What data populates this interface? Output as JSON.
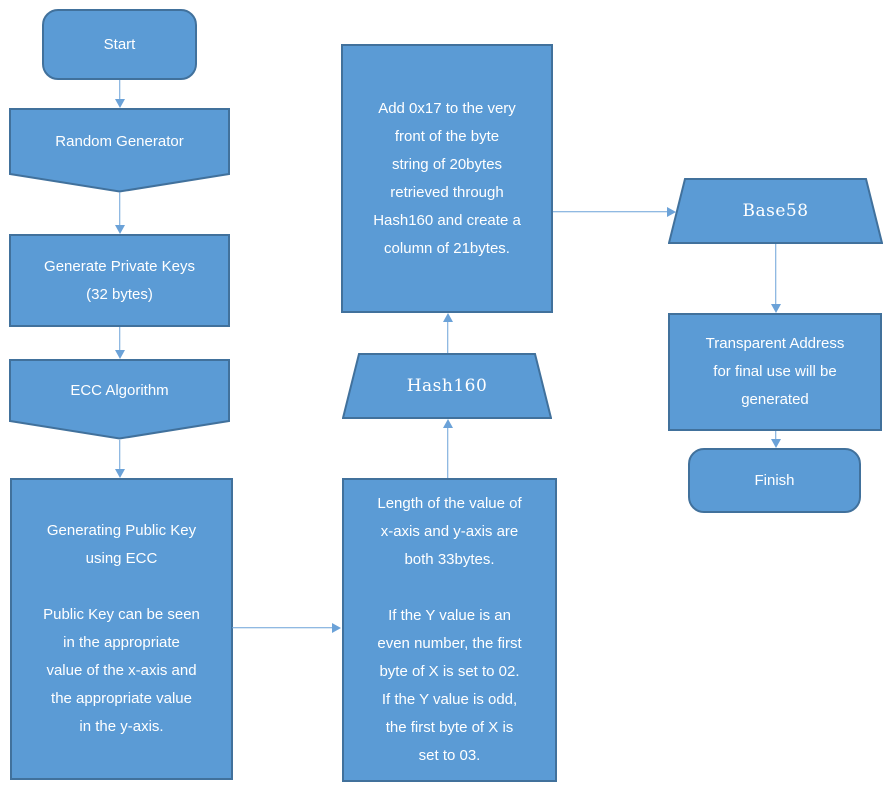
{
  "theme": {
    "fill": "#5b9bd5",
    "border": "#41719c",
    "text": "#ffffff",
    "conn": "#6ba2d8",
    "bg": "#ffffff"
  },
  "nodes": {
    "start": {
      "label": "Start"
    },
    "random_generator": {
      "label": "Random Generator"
    },
    "generate_private_keys": {
      "lines": [
        "Generate Private Keys",
        "(32 bytes)"
      ]
    },
    "ecc_algorithm": {
      "label": "ECC Algorithm"
    },
    "public_key": {
      "lines": [
        "Generating Public Key",
        "using ECC",
        "",
        "Public Key can be seen",
        "in the appropriate",
        "value of the x-axis and",
        "the appropriate value",
        "in the y-axis."
      ]
    },
    "xy_length": {
      "lines": [
        "Length of the value of",
        "x-axis and y-axis are",
        "both 33bytes.",
        "",
        "If the Y value is an",
        "even number, the first",
        "byte of X is set to 02.",
        "If the Y value is odd,",
        "the first byte of X is",
        "set to 03."
      ]
    },
    "hash160": {
      "label": "Hash160"
    },
    "add_prefix": {
      "lines": [
        "Add 0x17 to the very",
        "front of the byte",
        "string of 20bytes",
        "retrieved through",
        "Hash160 and create a",
        "column of 21bytes."
      ]
    },
    "base58": {
      "label": "Base58"
    },
    "transparent_address": {
      "lines": [
        "Transparent Address",
        "for final use will be",
        "generated"
      ]
    },
    "finish": {
      "label": "Finish"
    }
  }
}
